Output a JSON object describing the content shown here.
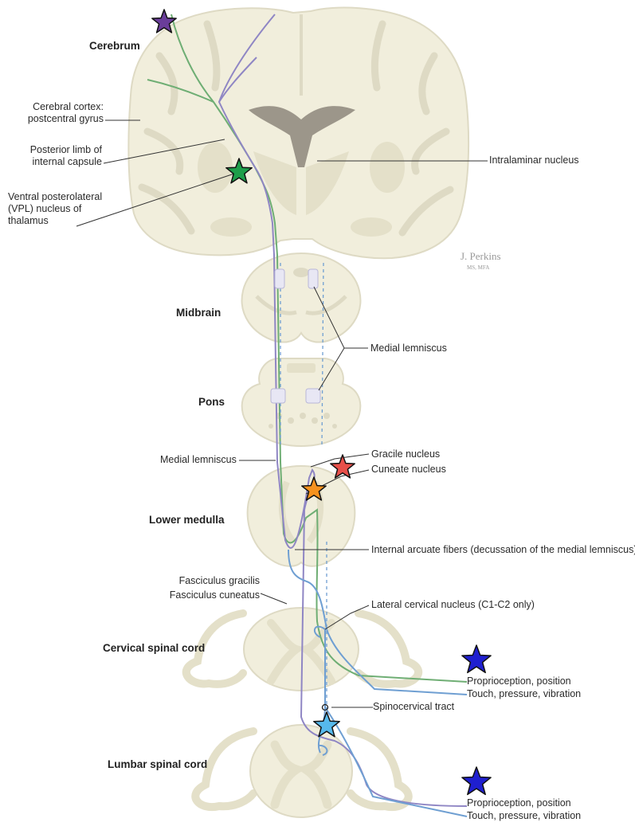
{
  "regions": {
    "cerebrum": "Cerebrum",
    "midbrain": "Midbrain",
    "pons": "Pons",
    "lower_medulla": "Lower medulla",
    "cervical": "Cervical spinal cord",
    "lumbar": "Lumbar spinal cord"
  },
  "labels": {
    "cortex": "Cerebral cortex:\npostcentral gyrus",
    "internal_capsule": "Posterior limb of\ninternal capsule",
    "vpl": "Ventral posterolateral\n(VPL) nucleus of\nthalamus",
    "intralaminar": "Intralaminar nucleus",
    "medial_lemniscus_upper": "Medial lemniscus",
    "medial_lemniscus_left": "Medial lemniscus",
    "gracile": "Gracile nucleus",
    "cuneate": "Cuneate nucleus",
    "arcuate": "Internal arcuate fibers (decussation of the medial lemniscus)",
    "fasc_gracilis": "Fasciculus gracilis",
    "fasc_cuneatus": "Fasciculus cuneatus",
    "lateral_cervical": "Lateral cervical nucleus (C1-C2 only)",
    "proprio_cervical": "Proprioception, position",
    "touch_cervical": "Touch, pressure, vibration",
    "spinocervical": "Spinocervical tract",
    "proprio_lumbar": "Proprioception, position",
    "touch_lumbar": "Touch, pressure, vibration"
  },
  "credit": {
    "name": "J. Perkins",
    "degree": "MS, MFA"
  },
  "colors": {
    "tissue": "#f1eedc",
    "tissue_edge": "#dedac4",
    "grey_matter": "#e4e0c9",
    "ventricle": "#9c968a",
    "path_green": "#6fae74",
    "path_purple": "#8f86c4",
    "path_blue": "#6f9fd2",
    "star_purple": "#6a3d9a",
    "star_green": "#1e9e4a",
    "star_red": "#e8504a",
    "star_orange": "#f6921e",
    "star_blue": "#1f1fd0",
    "star_light_blue": "#56b9ec"
  }
}
